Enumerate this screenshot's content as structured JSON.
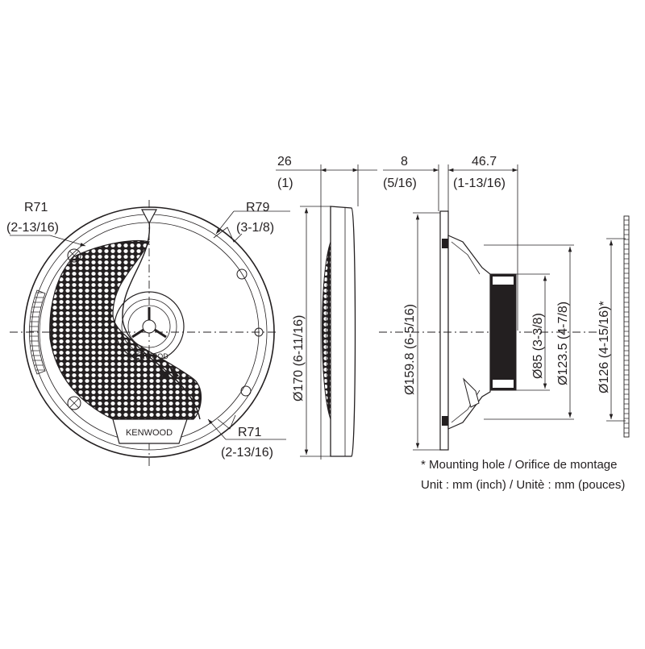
{
  "front_view": {
    "radius_top_left": "R71",
    "radius_top_left_inch": "(2-13/16)",
    "radius_top_right": "R79",
    "radius_top_right_inch": "(3-1/8)",
    "radius_bottom_right": "R71",
    "radius_bottom_right_inch": "(2-13/16)",
    "brand_badge": "KENWOOD",
    "brand_center": "KENWOOD"
  },
  "side_view_grille": {
    "depth_mm": "26",
    "depth_inch": "(1)",
    "diameter": "Ø170 (6-11/16)"
  },
  "side_view_speaker": {
    "flange_mm": "8",
    "flange_inch": "(5/16)",
    "depth_mm": "46.7",
    "depth_inch": "(1-13/16)",
    "outer_diameter": "Ø159.8 (6-5/16)",
    "magnet_diameter": "Ø85 (3-3/8)",
    "basket_diameter": "Ø123.5 (4-7/8)"
  },
  "mounting_hole": {
    "diameter": "Ø126 (4-15/16)*"
  },
  "notes": {
    "mounting_hole": "* Mounting hole / Orifice de montage",
    "unit": "Unit : mm (inch) / Unitè : mm (pouces)"
  }
}
